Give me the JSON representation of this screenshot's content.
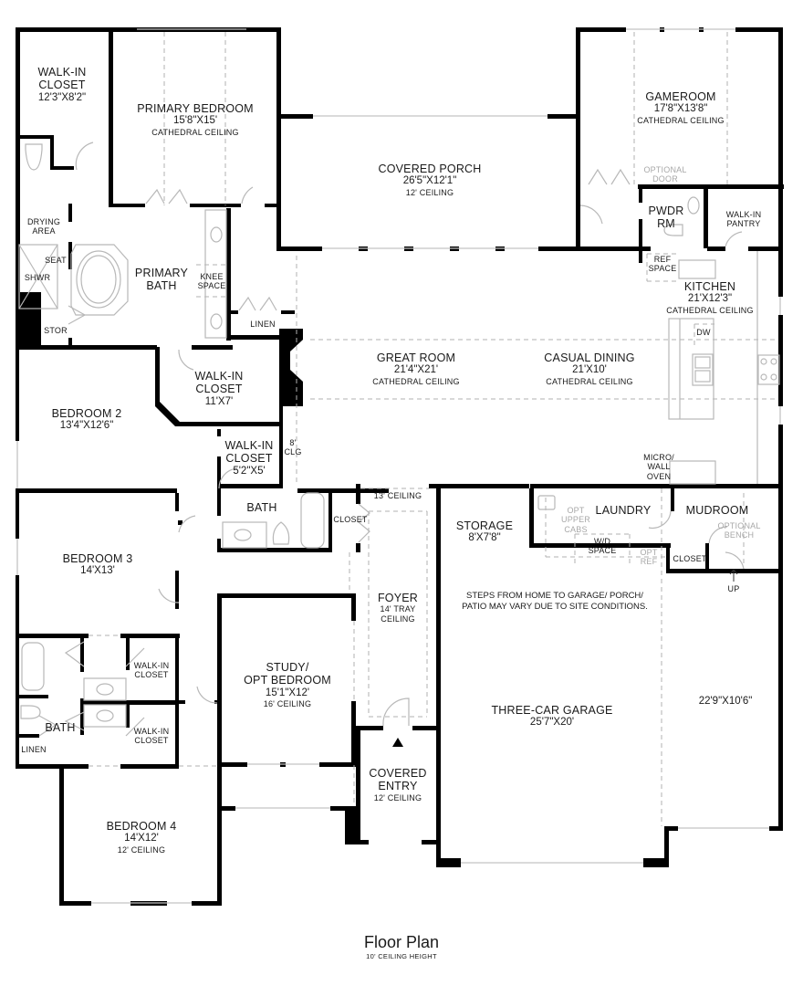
{
  "title": {
    "main": "Floor Plan",
    "sub": "10' CEILING HEIGHT"
  },
  "rooms": {
    "primary_closet": {
      "name1": "WALK-IN",
      "name2": "CLOSET",
      "dims": "12'3\"X8'2\""
    },
    "primary_bedroom": {
      "name": "PRIMARY BEDROOM",
      "dims": "15'8\"X15'",
      "ceiling": "CATHEDRAL CEILING"
    },
    "covered_porch": {
      "name": "COVERED PORCH",
      "dims": "26'5\"X12'1\"",
      "ceiling": "12' CEILING"
    },
    "gameroom": {
      "name": "GAMEROOM",
      "dims": "17'8\"X13'8\"",
      "ceiling": "CATHEDRAL CEILING",
      "optional_door": [
        "OPTIONAL",
        "DOOR"
      ]
    },
    "drying_area": {
      "name1": "DRYING",
      "name2": "AREA"
    },
    "seat": {
      "name": "SEAT"
    },
    "shower": {
      "name": "SHWR"
    },
    "stor": {
      "name": "STOR"
    },
    "primary_bath": {
      "name1": "PRIMARY",
      "name2": "BATH"
    },
    "knee_space": {
      "name1": "KNEE",
      "name2": "SPACE"
    },
    "linen_primary": {
      "name": "LINEN"
    },
    "powder": {
      "name1": "PWDR",
      "name2": "RM"
    },
    "walkin_pantry": {
      "name1": "WALK-IN",
      "name2": "PANTRY"
    },
    "ref_space": {
      "name1": "REF",
      "name2": "SPACE"
    },
    "kitchen": {
      "name": "KITCHEN",
      "dims": "21'X12'3\"",
      "ceiling": "CATHEDRAL CEILING"
    },
    "dw": {
      "name": "DW"
    },
    "great_room": {
      "name": "GREAT ROOM",
      "dims": "21'4\"X21'",
      "ceiling": "CATHEDRAL CEILING"
    },
    "casual_dining": {
      "name": "CASUAL DINING",
      "dims": "21'X10'",
      "ceiling": "CATHEDRAL CEILING"
    },
    "walkin_closet_11x7": {
      "name1": "WALK-IN",
      "name2": "CLOSET",
      "dims": "11'X7'"
    },
    "bedroom2": {
      "name": "BEDROOM 2",
      "dims": "13'4\"X12'6\""
    },
    "walkin_closet_5x5": {
      "name1": "WALK-IN",
      "name2": "CLOSET",
      "dims": "5'2\"X5'"
    },
    "clg_8": {
      "line1": "8'",
      "line2": "CLG"
    },
    "micro_oven": {
      "line1": "MICRO/",
      "line2": "WALL",
      "line3": "OVEN"
    },
    "bath_hall": {
      "name": "BATH"
    },
    "closet_hall": {
      "name": "CLOSET"
    },
    "foyer": {
      "name": "FOYER",
      "ceiling1": "14' TRAY",
      "ceiling2": "CEILING",
      "top_ceiling": "13' CEILING"
    },
    "storage": {
      "name": "STORAGE",
      "dims": "8'X7'8\""
    },
    "laundry": {
      "name": "LAUNDRY",
      "opt_upper_cabs": [
        "OPT",
        "UPPER",
        "CABS"
      ],
      "wd_space": [
        "W/D",
        "SPACE"
      ],
      "opt_ref": [
        "OPT",
        "REF"
      ]
    },
    "mudroom": {
      "name": "MUDROOM",
      "optional_bench": [
        "OPTIONAL",
        "BENCH"
      ],
      "closet": "CLOSET",
      "up": "UP"
    },
    "bedroom3": {
      "name": "BEDROOM 3",
      "dims": "14'X13'"
    },
    "study": {
      "name1": "STUDY/",
      "name2": "OPT BEDROOM",
      "dims": "15'1\"X12'",
      "ceiling": "16' CEILING"
    },
    "walkin_closet_a": {
      "name1": "WALK-IN",
      "name2": "CLOSET"
    },
    "walkin_closet_b": {
      "name1": "WALK-IN",
      "name2": "CLOSET"
    },
    "bath_jack": {
      "name": "BATH"
    },
    "linen_bath": {
      "name": "LINEN"
    },
    "bedroom4": {
      "name": "BEDROOM 4",
      "dims": "14'X12'",
      "ceiling": "12' CEILING"
    },
    "covered_entry": {
      "name1": "COVERED",
      "name2": "ENTRY",
      "ceiling": "12' CEILING"
    },
    "garage": {
      "name": "THREE-CAR GARAGE",
      "dims": "25'7\"X20'"
    },
    "garage_bay": {
      "dims": "22'9\"X10'6\""
    }
  },
  "notes": {
    "steps1": "STEPS FROM HOME TO GARAGE/ PORCH/",
    "steps2": "PATIO MAY VARY DUE TO SITE CONDITIONS."
  },
  "colors": {
    "wall": "#000000",
    "fixture": "#b5b5b5",
    "dashed": "#b0b0b0",
    "text": "#1a1a1a",
    "optional_text": "#a8a8a8"
  }
}
